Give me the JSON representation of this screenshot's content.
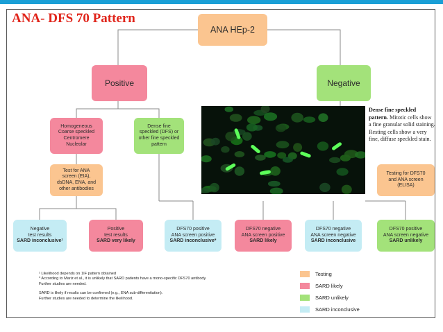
{
  "title": "ANA- DFS 70 Pattern",
  "colors": {
    "testing": "#fbc590",
    "sard_likely": "#f4889d",
    "sard_unlikely": "#a3e27a",
    "sard_inconclusive": "#c4ecf4",
    "title": "#e0241a",
    "accent": "#1a9fd6"
  },
  "root": {
    "label": "ANA HEp-2"
  },
  "positive": {
    "label": "Positive"
  },
  "negative": {
    "label": "Negative"
  },
  "homogeneous": {
    "lines": [
      "Homogeneous",
      "Coarse speckled",
      "Centromere",
      "Nucleolar"
    ]
  },
  "dense": {
    "lines": [
      "Dense fine",
      "speckled (DFS) or",
      "other fine speckled",
      "pattern"
    ]
  },
  "test_ana": {
    "lines": [
      "Test for ANA",
      "screen (EIA),",
      "dsDNA, ENA, and",
      "other antibodies"
    ]
  },
  "testing_dfs70": {
    "lines": [
      "Testing for DFS70",
      "and ANA screen",
      "(ELISA)"
    ]
  },
  "outcomes": [
    {
      "lines": [
        "Negative",
        "test results"
      ],
      "bold": "SARD inconclusive¹"
    },
    {
      "lines": [
        "Positive",
        "test results"
      ],
      "bold": "SARD very likely"
    },
    {
      "lines": [
        "DFS70 positive",
        "ANA screen positive"
      ],
      "bold": "SARD inconclusive*"
    },
    {
      "lines": [
        "DFS70 negative",
        "ANA screen positive"
      ],
      "bold": "SARD likely"
    },
    {
      "lines": [
        "DFS70 negative",
        "ANA screen negative"
      ],
      "bold": "SARD inconclusive"
    },
    {
      "lines": [
        "DFS70 positive",
        "ANA screen negative"
      ],
      "bold": "SARD unlikely"
    }
  ],
  "caption": {
    "bold": "Dense fine speckled pattern.",
    "text": " Mitotic cells show a fine granular solid staining. Resting cells show a very fine, diffuse speckled stain."
  },
  "notes": [
    "¹  Likelihood depends on 1IF pattern obtained",
    "* According to Mariz et al., it is unlikely that SARD patients have a mono-specific DFS70 antibody.",
    "   Further studies are needed.",
    "",
    "SARD is likely if results can be confirmed (e.g., ENA sub-differentiation).",
    "Further studies are needed to determine the likelihood."
  ],
  "legend": [
    "Testing",
    "SARD likely",
    "SARD unlikely",
    "SARD inconclusive"
  ]
}
